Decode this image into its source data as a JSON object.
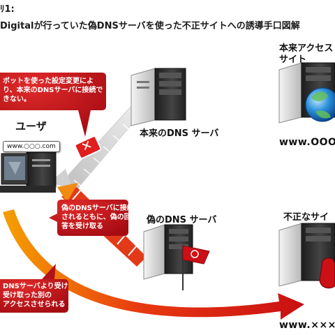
{
  "header": {
    "line1": "ﾘ1:",
    "line2": "Digitalが行っていた偽DNSサーバを使った不正サイトへの誘導手口図解"
  },
  "user": {
    "label": "ユーザ",
    "url_bar": "www.○○○.com"
  },
  "callouts": {
    "malware": "ボットを使った設定変更によ\nり、本来のDNSサーバに接続で\nきない。",
    "fake_dns_connect": "偽のDNSサーバに接続\nされるともに、偽の回\n答を受け取る",
    "redirect": "DNSサーバより受け\n受け取った別の\nアクセスさせられる"
  },
  "servers": {
    "real_dns": "本来のDNS サーバ",
    "fake_dns": "偽のDNS サーバ",
    "real_site": "本来アクセス\nサイト",
    "fraud_site": "不正なサイ"
  },
  "urls": {
    "real": "www.OOO.",
    "fraud": "www.×××."
  },
  "marks": {
    "blocked": "✕",
    "ring_dots": "・"
  },
  "colors": {
    "callout_red": "#c8121a",
    "arrow_red": "#e02010",
    "arrow_orange": "#f08a10",
    "server_dark": "#2a2a2a",
    "server_light": "#d9d9d9"
  }
}
